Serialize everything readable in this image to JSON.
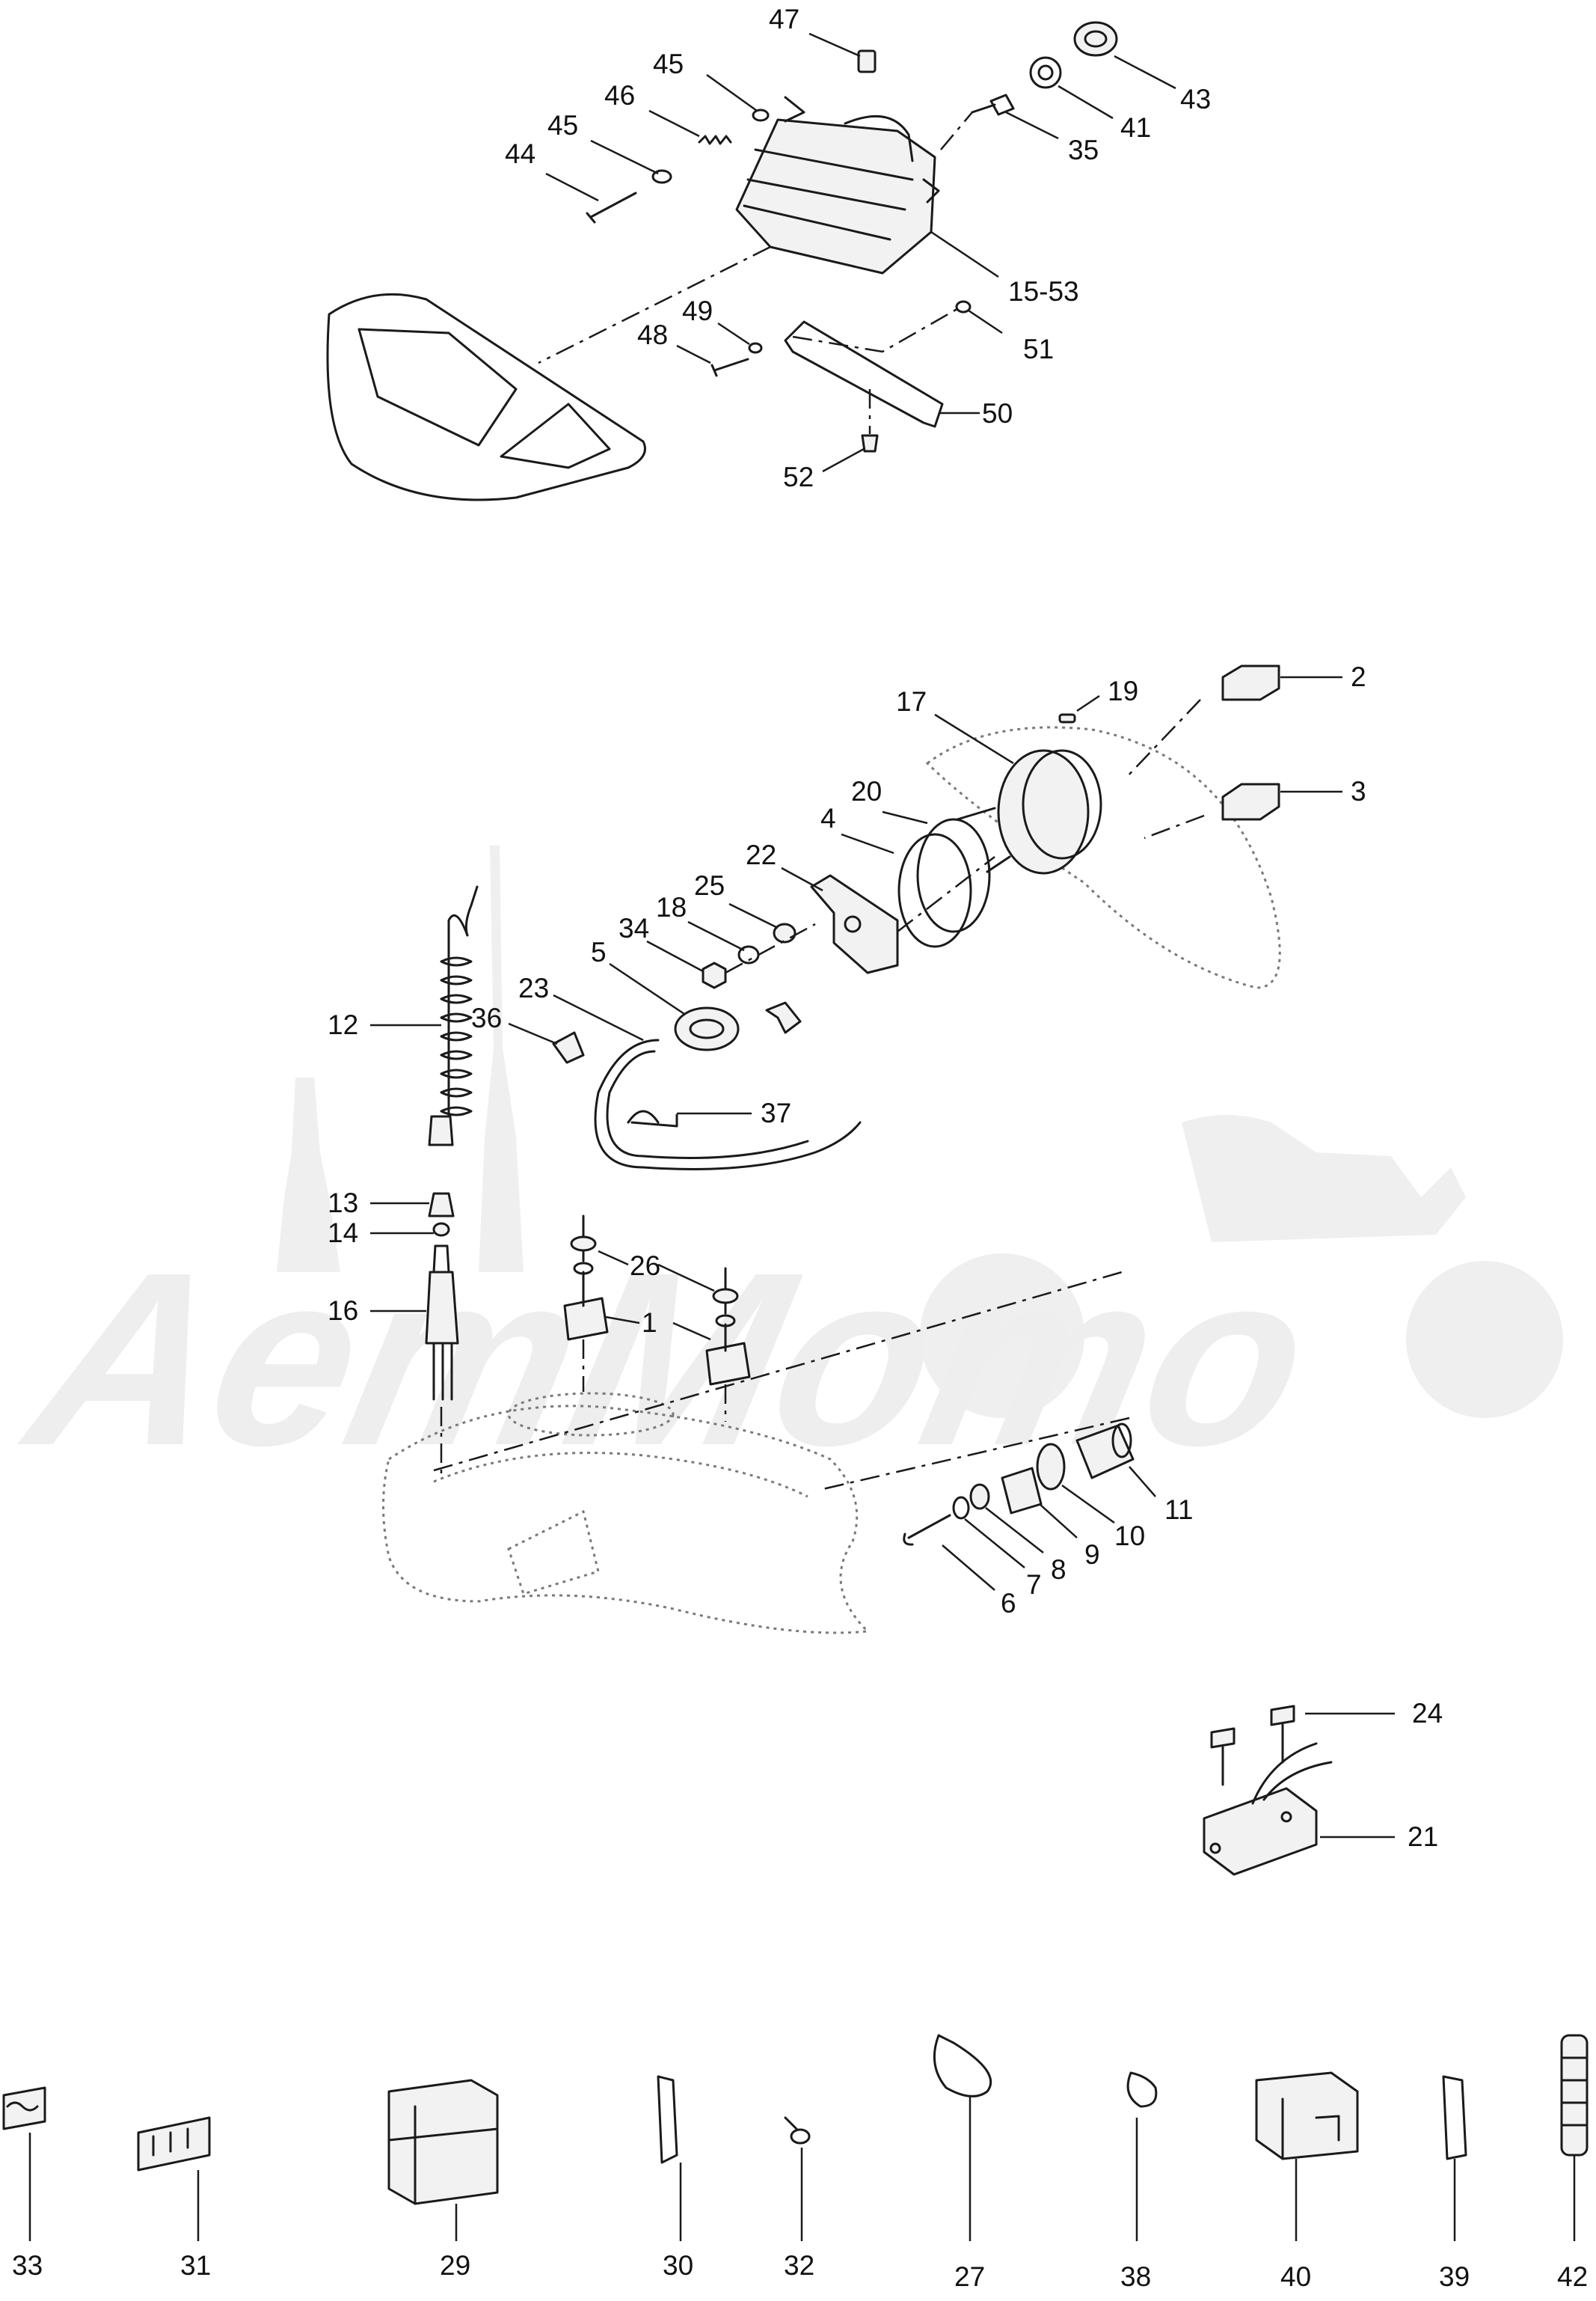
{
  "watermark": {
    "text": "AeтMoтo"
  },
  "callouts": {
    "p47": "47",
    "p45a": "45",
    "p46": "46",
    "p45b": "45",
    "p44": "44",
    "p43": "43",
    "p41": "41",
    "p35": "35",
    "p15_53": "15-53",
    "p49": "49",
    "p48": "48",
    "p51": "51",
    "p50": "50",
    "p52": "52",
    "p2": "2",
    "p19": "19",
    "p17": "17",
    "p3": "3",
    "p20": "20",
    "p4": "4",
    "p22": "22",
    "p25": "25",
    "p18": "18",
    "p34": "34",
    "p5": "5",
    "p23": "23",
    "p12": "12",
    "p36": "36",
    "p37": "37",
    "p13": "13",
    "p14": "14",
    "p26": "26",
    "p16": "16",
    "p1": "1",
    "p11": "11",
    "p10": "10",
    "p9": "9",
    "p8": "8",
    "p7": "7",
    "p6": "6",
    "p24": "24",
    "p21": "21",
    "p33": "33",
    "p31": "31",
    "p29": "29",
    "p30": "30",
    "p32": "32",
    "p27": "27",
    "p38": "38",
    "p40": "40",
    "p39": "39",
    "p42": "42"
  }
}
